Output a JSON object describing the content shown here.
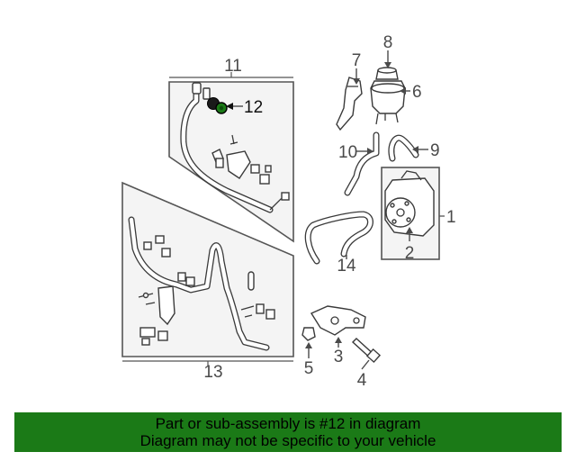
{
  "callouts": {
    "c1": "1",
    "c2": "2",
    "c3": "3",
    "c4": "4",
    "c5": "5",
    "c6": "6",
    "c7": "7",
    "c8": "8",
    "c9": "9",
    "c10": "10",
    "c11": "11",
    "c12": "12",
    "c13": "13",
    "c14": "14"
  },
  "highlight_color": "#1b7a17",
  "banner": {
    "line1": "Part or sub-assembly is #12 in diagram",
    "line2": "Diagram may not be specific to your vehicle",
    "background": "#1b7a17"
  }
}
